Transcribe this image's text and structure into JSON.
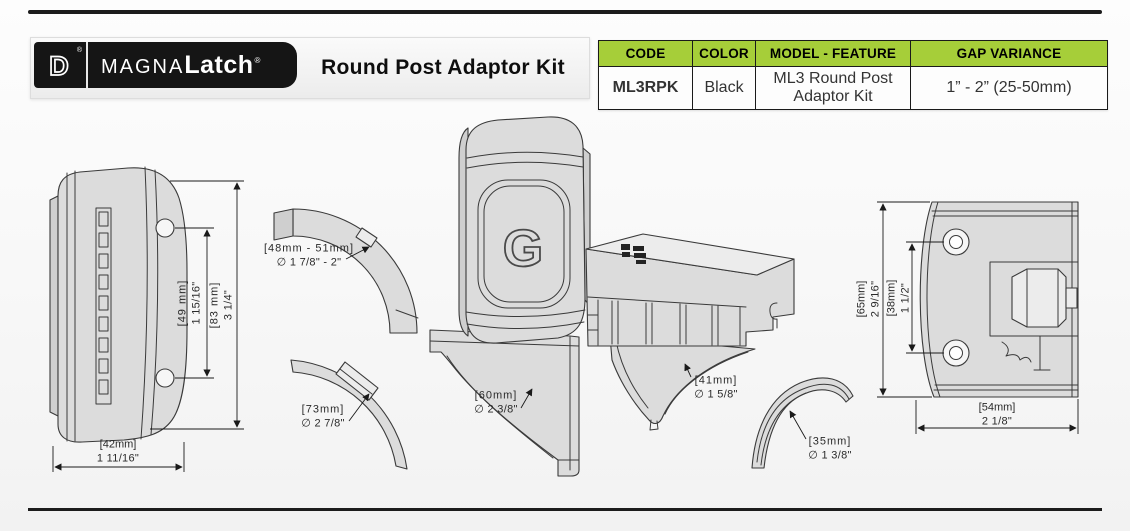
{
  "header": {
    "logo_d": "D",
    "logo_reg": "®",
    "brand_magna": "MAGNA",
    "brand_latch": "Latch",
    "brand_reg": "®",
    "title": "Round Post Adaptor Kit"
  },
  "spec_table": {
    "headers": [
      "CODE",
      "COLOR",
      "MODEL - FEATURE",
      "GAP VARIANCE"
    ],
    "row": {
      "code": "ML3RPK",
      "color": "Black",
      "model": "ML3 Round Post Adaptor Kit",
      "gap": "1” - 2” (25-50mm)"
    }
  },
  "drawings": {
    "latch_emblem": "G",
    "left_plate": {
      "hole_span_mm": "[49 mm]",
      "hole_span_in": "1 15/16\"",
      "height_mm": "[83 mm]",
      "height_in": "3 1/4\"",
      "width_mm": "[42mm]",
      "width_in": "1 11/16\""
    },
    "adaptors": {
      "a48": {
        "mm": "[48mm - 51mm]",
        "dia": "∅ 1 7/8\" - 2\""
      },
      "a73": {
        "mm": "[73mm]",
        "dia": "∅ 2 7/8\""
      },
      "a60": {
        "mm": "[60mm]",
        "dia": "∅ 2 3/8\""
      },
      "a41": {
        "mm": "[41mm]",
        "dia": "∅ 1 5/8\""
      },
      "a35": {
        "mm": "[35mm]",
        "dia": "∅ 1 3/8\""
      }
    },
    "right_plate": {
      "height_mm": "[65mm]",
      "height_in": "2 9/16\"",
      "hole_span_mm": "[38mm]",
      "hole_span_in": "1 1/2\"",
      "width_mm": "[54mm]",
      "width_in": "2 1/8\""
    }
  },
  "colors": {
    "accent_green": "#a6ce39",
    "badge_black": "#151515",
    "line": "#3a3a3a"
  }
}
